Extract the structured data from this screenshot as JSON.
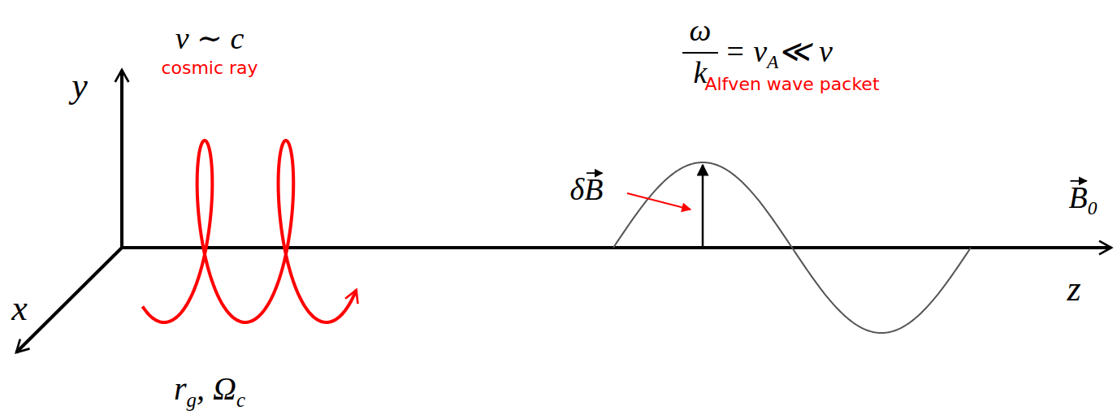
{
  "diagram": {
    "labels": [
      "v ∼ c",
      "cosmic ray",
      "ω",
      "k",
      "= v",
      "A",
      "≪ v",
      "Alfven wave packet",
      "δB",
      "B",
      "0",
      "r",
      "g",
      ", Ω",
      "c",
      "y",
      "x",
      "z"
    ]
  }
}
